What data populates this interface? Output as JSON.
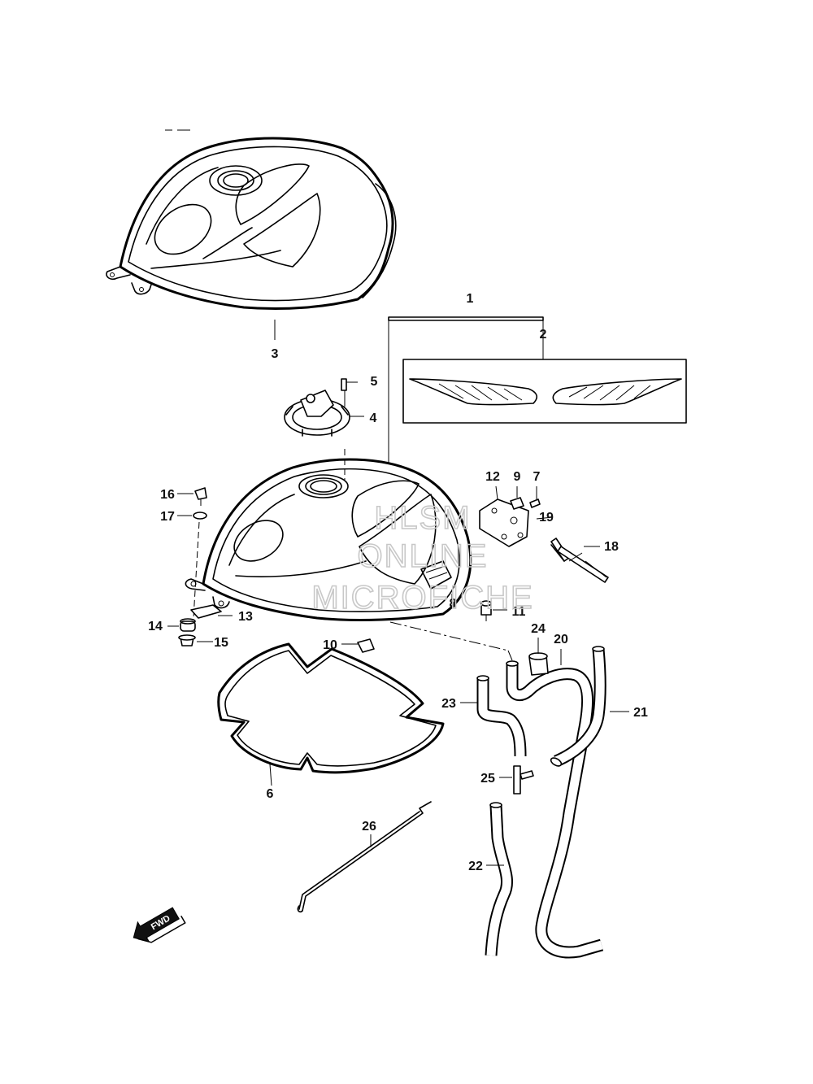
{
  "callouts": {
    "c1": "1",
    "c2": "2",
    "c3": "3",
    "c4": "4",
    "c5": "5",
    "c6": "6",
    "c7": "7",
    "c8": "8",
    "c9": "9",
    "c10": "10",
    "c11": "11",
    "c12": "12",
    "c13": "13",
    "c14": "14",
    "c15": "15",
    "c16": "16",
    "c17": "17",
    "c18": "18",
    "c19": "19",
    "c20": "20",
    "c21": "21",
    "c22": "22",
    "c23": "23",
    "c24": "24",
    "c25": "25",
    "c26": "26"
  },
  "watermark": {
    "line1": "HLSM",
    "line2": "ONLINE",
    "line3": "MICROFICHE"
  },
  "fwd_label": "FWD"
}
